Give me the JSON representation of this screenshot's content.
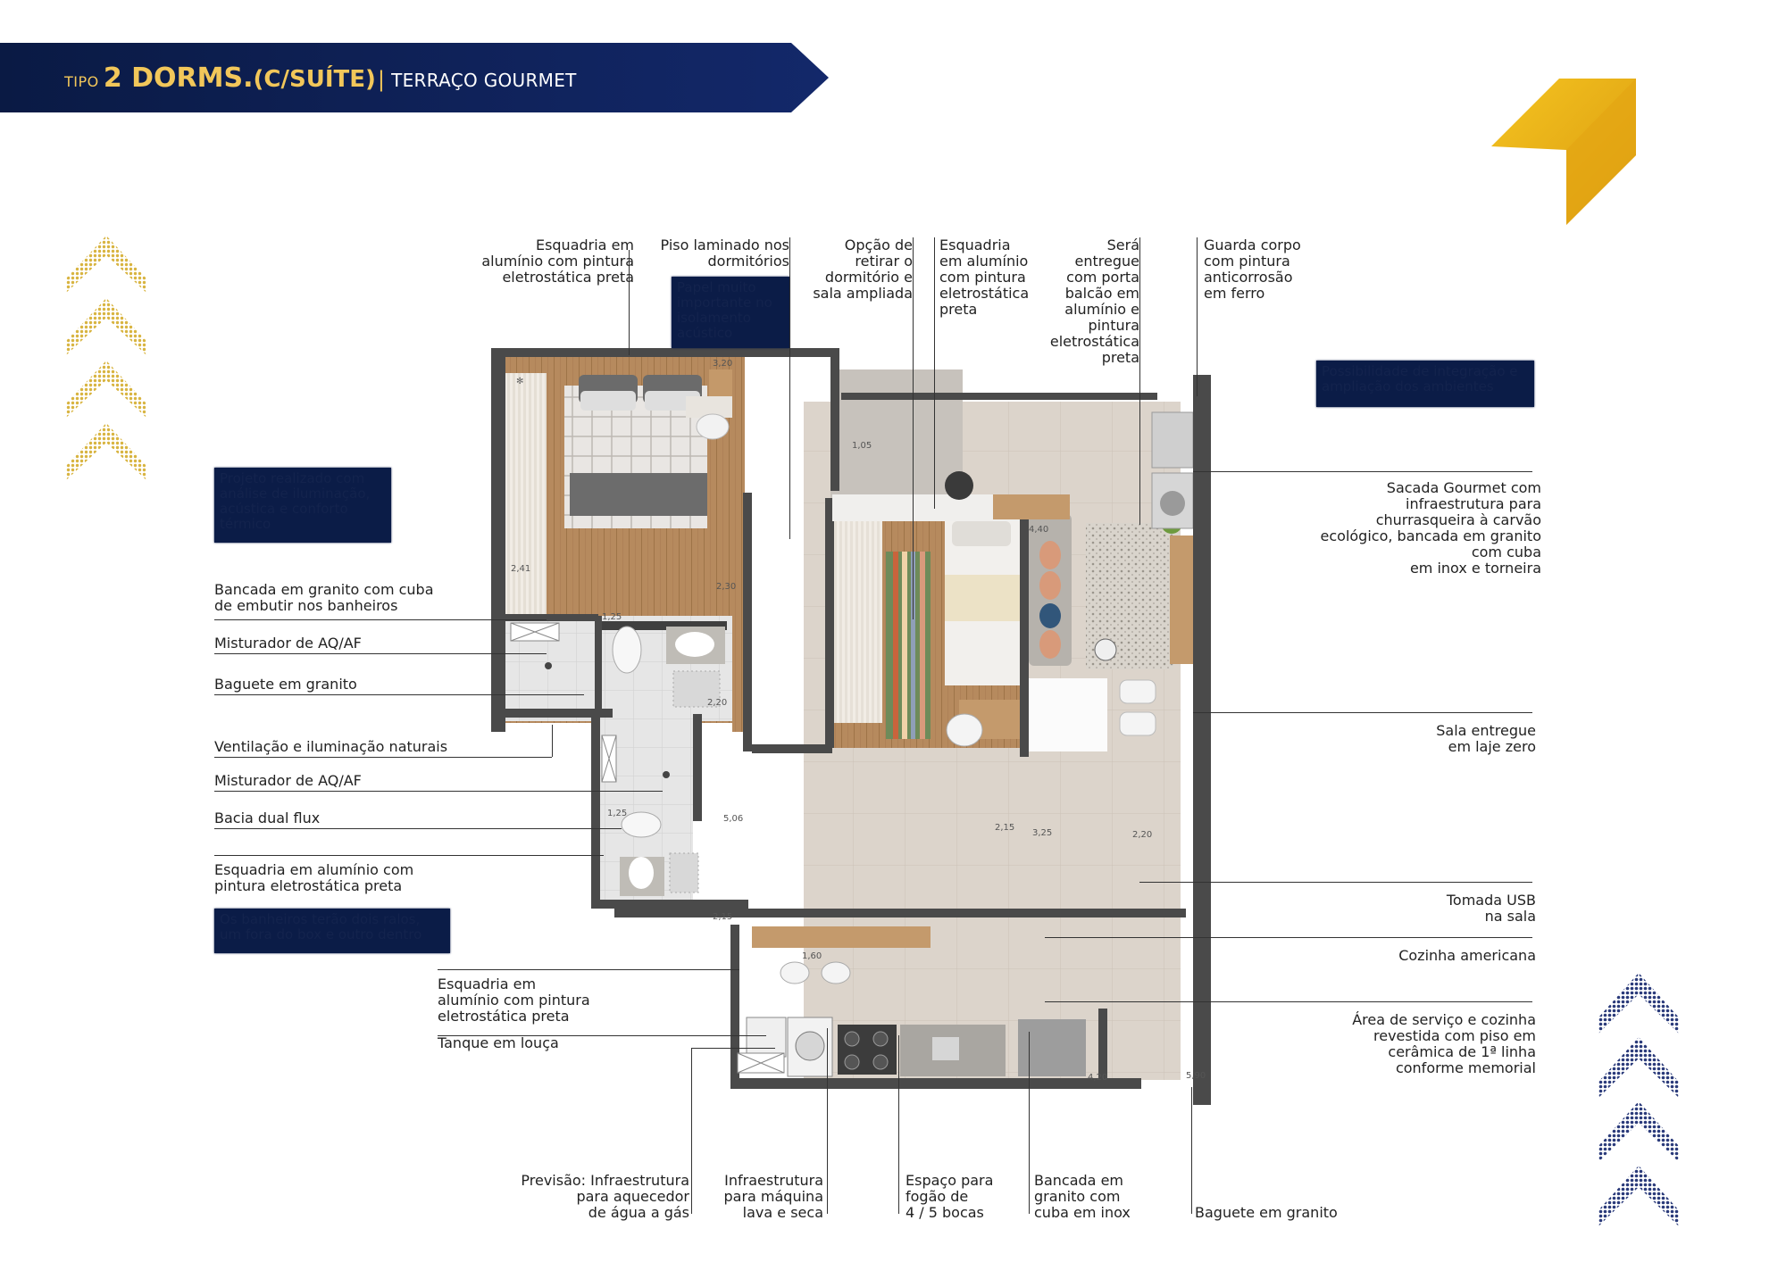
{
  "header": {
    "tipo": "TIPO",
    "dorms": "2 DORMS.",
    "suite": "(C/SUÍTE)",
    "separator": "|",
    "gourmet": "TERRAÇO GOURMET"
  },
  "colors": {
    "navy": "#0b1c47",
    "gold": "#e8ac16",
    "slate": "#2a3a7a"
  },
  "icons": [
    "logo-arrow-icon",
    "gold-chevron-icon",
    "navy-chevron-icon"
  ],
  "notes": {
    "papel": "Papel muito importante no isolamento acústico",
    "projeto": "Projeto realizado com análise de iluminação, acústica e conforto térmico",
    "possibilidade": "Possibilidade de integração e ampliação dos ambientes",
    "banheiros": "Os banheiros terão dois ralos, um fora do box e outro dentro"
  },
  "labels": {
    "top1": "Esquadria em\nalumínio com pintura\neletrostática preta",
    "top2": "Piso laminado nos\ndormitórios",
    "top3": "Opção de\nretirar o\ndormitório e\nsala ampliada",
    "top4": "Esquadria\nem alumínio\ncom pintura\neletrostática\npreta",
    "top5": "Será\nentregue\ncom porta\nbalcão em\nalumínio e\npintura\neletrostática\npreta",
    "top6": "Guarda corpo\ncom pintura\nanticorrosão\nem ferro",
    "left1": "Bancada em granito com cuba\nde embutir nos banheiros",
    "left2": "Misturador de AQ/AF",
    "left3": "Baguete em granito",
    "left4": "Ventilação e iluminação naturais",
    "left5": "Misturador de AQ/AF",
    "left6": "Bacia dual flux",
    "left7": "Esquadria em alumínio com\npintura eletrostática preta",
    "left8": "Esquadria em\nalumínio com pintura\neletrostática preta",
    "left9": "Tanque em louça",
    "right1": "Sacada Gourmet com\ninfraestrutura para\nchurrasqueira à carvão\necológico, bancada em granito\ncom cuba\nem inox e torneira",
    "right2": "Sala entregue\nem laje zero",
    "right3": "Tomada USB\nna sala",
    "right4": "Cozinha americana",
    "right5": "Área de serviço e cozinha\nrevestida com piso em\ncerâmica de 1ª linha\nconforme memorial",
    "bottom1": "Previsão: Infraestrutura\npara aquecedor\nde água a gás",
    "bottom2": "Infraestrutura\npara máquina\nlava e seca",
    "bottom3": "Espaço para\nfogão de\n4 / 5 bocas",
    "bottom4": "Bancada em\ngranito com\ncuba em inox",
    "bottom5": "Baguete em granito"
  },
  "dimensions": {
    "d1": "3,20",
    "d2": "1,05",
    "d3": "2,41",
    "d4": "2,30",
    "d5": "4,40",
    "d6": "1,25",
    "d7": "2,20",
    "d8": "5,06",
    "d9": "2,15",
    "d10": "3,25",
    "d11": "2,20",
    "d12": "1,25",
    "d13": "2,15",
    "d14": "1,60",
    "d15": "4,20",
    "d16": "5,90"
  }
}
